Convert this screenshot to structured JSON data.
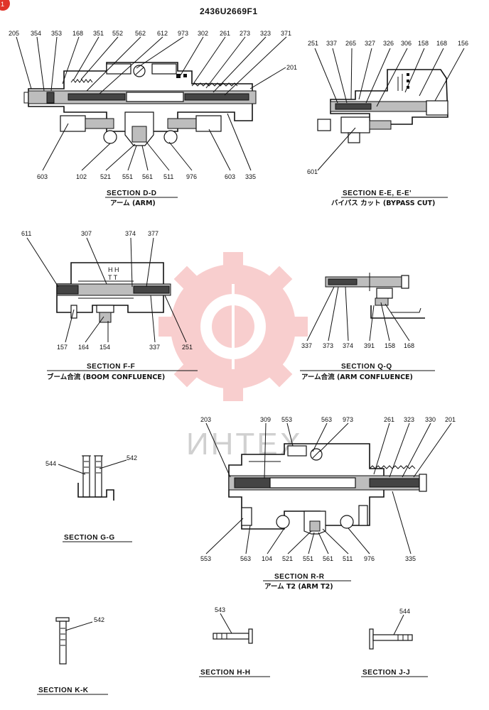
{
  "document": {
    "number": "2436U2669F1",
    "watermark_text": "ИНТЕХ",
    "corner_badge": "1"
  },
  "sections": {
    "dd": {
      "title": "SECTION D-D",
      "subtitle": "アーム (ARM)",
      "callouts_top": [
        "205",
        "354",
        "353",
        "168",
        "351",
        "552",
        "562",
        "612",
        "973",
        "302",
        "261",
        "273",
        "323",
        "371"
      ],
      "callout_201": "201",
      "callouts_bottom": [
        "603",
        "102",
        "521",
        "551",
        "561",
        "511",
        "976",
        "603",
        "335"
      ]
    },
    "ee": {
      "title": "SECTION E-E, E-E'",
      "subtitle": "バイパス カット (BYPASS CUT)",
      "callouts": [
        "251",
        "337",
        "265",
        "327",
        "326",
        "306",
        "158",
        "168",
        "156"
      ],
      "callout_601": "601"
    },
    "ff": {
      "title": "SECTION F-F",
      "subtitle": "ブーム合流 (BOOM CONFLUENCE)",
      "callouts_top": [
        "611",
        "307",
        "374",
        "377"
      ],
      "callouts_bottom": [
        "157",
        "164",
        "154",
        "337",
        "251"
      ],
      "port_mark": "H H",
      "port_mark_2": "T T"
    },
    "qq": {
      "title": "SECTION Q-Q",
      "subtitle": "アーム合流 (ARM CONFLUENCE)",
      "callouts": [
        "337",
        "373",
        "374",
        "391",
        "158",
        "168"
      ]
    },
    "gg": {
      "title": "SECTION G-G",
      "callouts": [
        "544",
        "542"
      ]
    },
    "rr": {
      "title": "SECTION R-R",
      "subtitle": "アーム T2 (ARM T2)",
      "callouts_top": [
        "203",
        "309",
        "553",
        "563",
        "973",
        "261",
        "323",
        "330",
        "201"
      ],
      "callouts_bottom": [
        "553",
        "563",
        "104",
        "521",
        "551",
        "561",
        "511",
        "976",
        "335"
      ]
    },
    "kk": {
      "title": "SECTION K-K",
      "callouts": [
        "542"
      ]
    },
    "hh": {
      "title": "SECTION H-H",
      "callouts": [
        "543"
      ]
    },
    "jj": {
      "title": "SECTION J-J",
      "callouts": [
        "544"
      ]
    }
  }
}
